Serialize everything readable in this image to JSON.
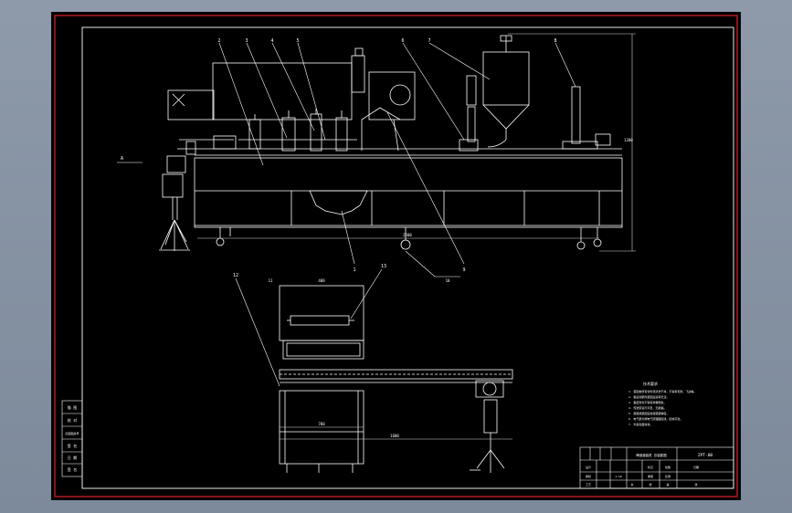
{
  "colors": {
    "viewport": "#8a96a6",
    "paper": "#000000",
    "sheet_border": "#e0202a",
    "ink": "#ffffff",
    "dim_ink": "#d8d8d8"
  },
  "elevation_view": {
    "balloons": [
      "2",
      "3",
      "4",
      "5",
      "6",
      "7",
      "8",
      "9",
      "1",
      "10",
      "11"
    ],
    "dims": [
      "2500",
      "1200"
    ],
    "note": "A"
  },
  "plan_view": {
    "balloons": [
      "12",
      "13"
    ],
    "dims": [
      "400",
      "700",
      "1600"
    ]
  },
  "tech_notes": {
    "heading": "技术要求",
    "lines": [
      "1. 装配前所有零件须清洗干净，不得有毛刺、飞边等。",
      "2. 各运动部件装配后运转灵活。",
      "3. 各密封处不得有渗漏现象。",
      "4. 传送带运行平稳，无跑偏。",
      "5. 灌装阀装配后检验灌装精度。",
      "6. 电气部分按电气原理图接线，接地可靠。",
      "7. 外露表面涂漆。"
    ]
  },
  "left_strip": {
    "cells": [
      "描 图",
      "校 对",
      "旧底图总号",
      "签 名",
      "日 期",
      "签 名"
    ]
  },
  "title_block": {
    "drawing_title": "啤酒灌装机 总装配图",
    "drawing_no": "ZPT-00",
    "row_labels": [
      "设计",
      "审核",
      "工艺"
    ],
    "cols": [
      "标记",
      "处数",
      "日期"
    ],
    "scale_cells": [
      "1:10",
      "重量",
      "比例"
    ],
    "footer": [
      "共",
      "张",
      "第",
      "张"
    ]
  }
}
